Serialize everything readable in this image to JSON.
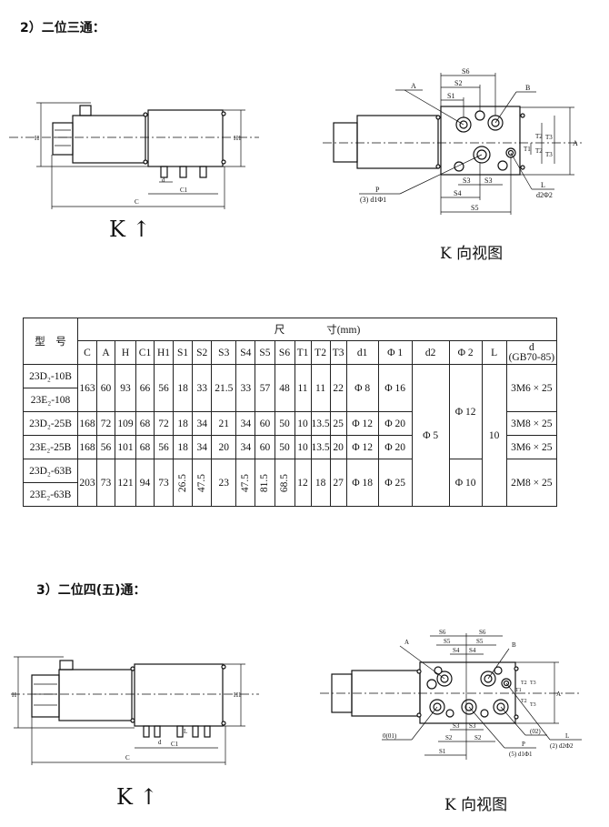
{
  "section1": {
    "heading": "2）二位三通：",
    "side_view": {
      "labels": {
        "H": "H",
        "H1": "H1",
        "C": "C",
        "C1": "C1",
        "d": "d"
      },
      "k_mark": "K ↑"
    },
    "k_view": {
      "caption": "K 向视图",
      "labels": {
        "A": "A",
        "B": "B",
        "S1": "S1",
        "S2": "S2",
        "S3a": "S3",
        "S3b": "S3",
        "S4": "S4",
        "S5": "S5",
        "S6": "S6",
        "T1": "T1",
        "T2a": "T2",
        "T2b": "T2",
        "T3a": "T3",
        "T3b": "T3",
        "Adim": "A",
        "P": "P",
        "P_spec": "(3) d1Φ1",
        "L": "L",
        "L_spec": "d2Φ2"
      }
    }
  },
  "table": {
    "type_header": "型　号",
    "dim_header": "尺　　　　寸(mm)",
    "columns": [
      "C",
      "A",
      "H",
      "C1",
      "H1",
      "S1",
      "S2",
      "S3",
      "S4",
      "S5",
      "S6",
      "T1",
      "T2",
      "T3",
      "d1",
      "Φ 1",
      "d2",
      "Φ 2",
      "L"
    ],
    "d_header": "d",
    "d_header_sub": "(GB70-85)",
    "models": [
      "23D₂-10B",
      "23E₂-108",
      "23D₂-25B",
      "23E₂-25B",
      "23D₂-63B",
      "23E₂-63B"
    ],
    "groups": [
      {
        "values": [
          "163",
          "60",
          "93",
          "66",
          "56",
          "18",
          "33",
          "21.5",
          "33",
          "57",
          "48",
          "11",
          "11",
          "22",
          "Φ 8",
          "Φ 16"
        ],
        "d": "3M6 × 25"
      },
      {
        "values": [
          "168",
          "72",
          "109",
          "68",
          "72",
          "18",
          "34",
          "21",
          "34",
          "60",
          "50",
          "10",
          "13.5",
          "25",
          "Φ 12",
          "Φ 20"
        ],
        "d": "3M8 × 25"
      },
      {
        "values": [
          "168",
          "56",
          "101",
          "68",
          "56",
          "18",
          "34",
          "20",
          "34",
          "60",
          "50",
          "10",
          "13.5",
          "20",
          "Φ 12",
          "Φ 20"
        ],
        "d": "3M6 × 25"
      },
      {
        "values": [
          "203",
          "73",
          "121",
          "94",
          "73",
          "26.5",
          "47.5",
          "23",
          "47.5",
          "81.5",
          "68.5",
          "12",
          "18",
          "27",
          "Φ 18",
          "Φ 25"
        ],
        "d": "2M8 × 25"
      }
    ],
    "d2": "Φ 5",
    "phi2_a": "Φ 12",
    "phi2_b": "Φ 10",
    "L": "10"
  },
  "section2": {
    "heading": "3）二位四(五)通：",
    "side_view": {
      "labels": {
        "H": "H",
        "H1": "H1",
        "C": "C",
        "C1": "C1",
        "d": "d",
        "L": "L"
      },
      "k_mark": "K ↑"
    },
    "k_view": {
      "caption": "K 向视图",
      "labels": {
        "A": "A",
        "B": "B",
        "S6a": "S6",
        "S6b": "S6",
        "S5a": "S5",
        "S5b": "S5",
        "S4a": "S4",
        "S4b": "S4",
        "S3a": "S3",
        "S3b": "S3",
        "S2a": "S2",
        "S2b": "S2",
        "S1": "S1",
        "T1": "T1",
        "T2a": "T2",
        "T2b": "T2",
        "T3a": "T3",
        "T3b": "T3",
        "Adim": "A",
        "O": "0(01)",
        "O2": "(02)",
        "P": "P",
        "P_spec": "(5) d1Φ1",
        "L": "L",
        "L_spec": "(2) d2Φ2"
      }
    }
  }
}
